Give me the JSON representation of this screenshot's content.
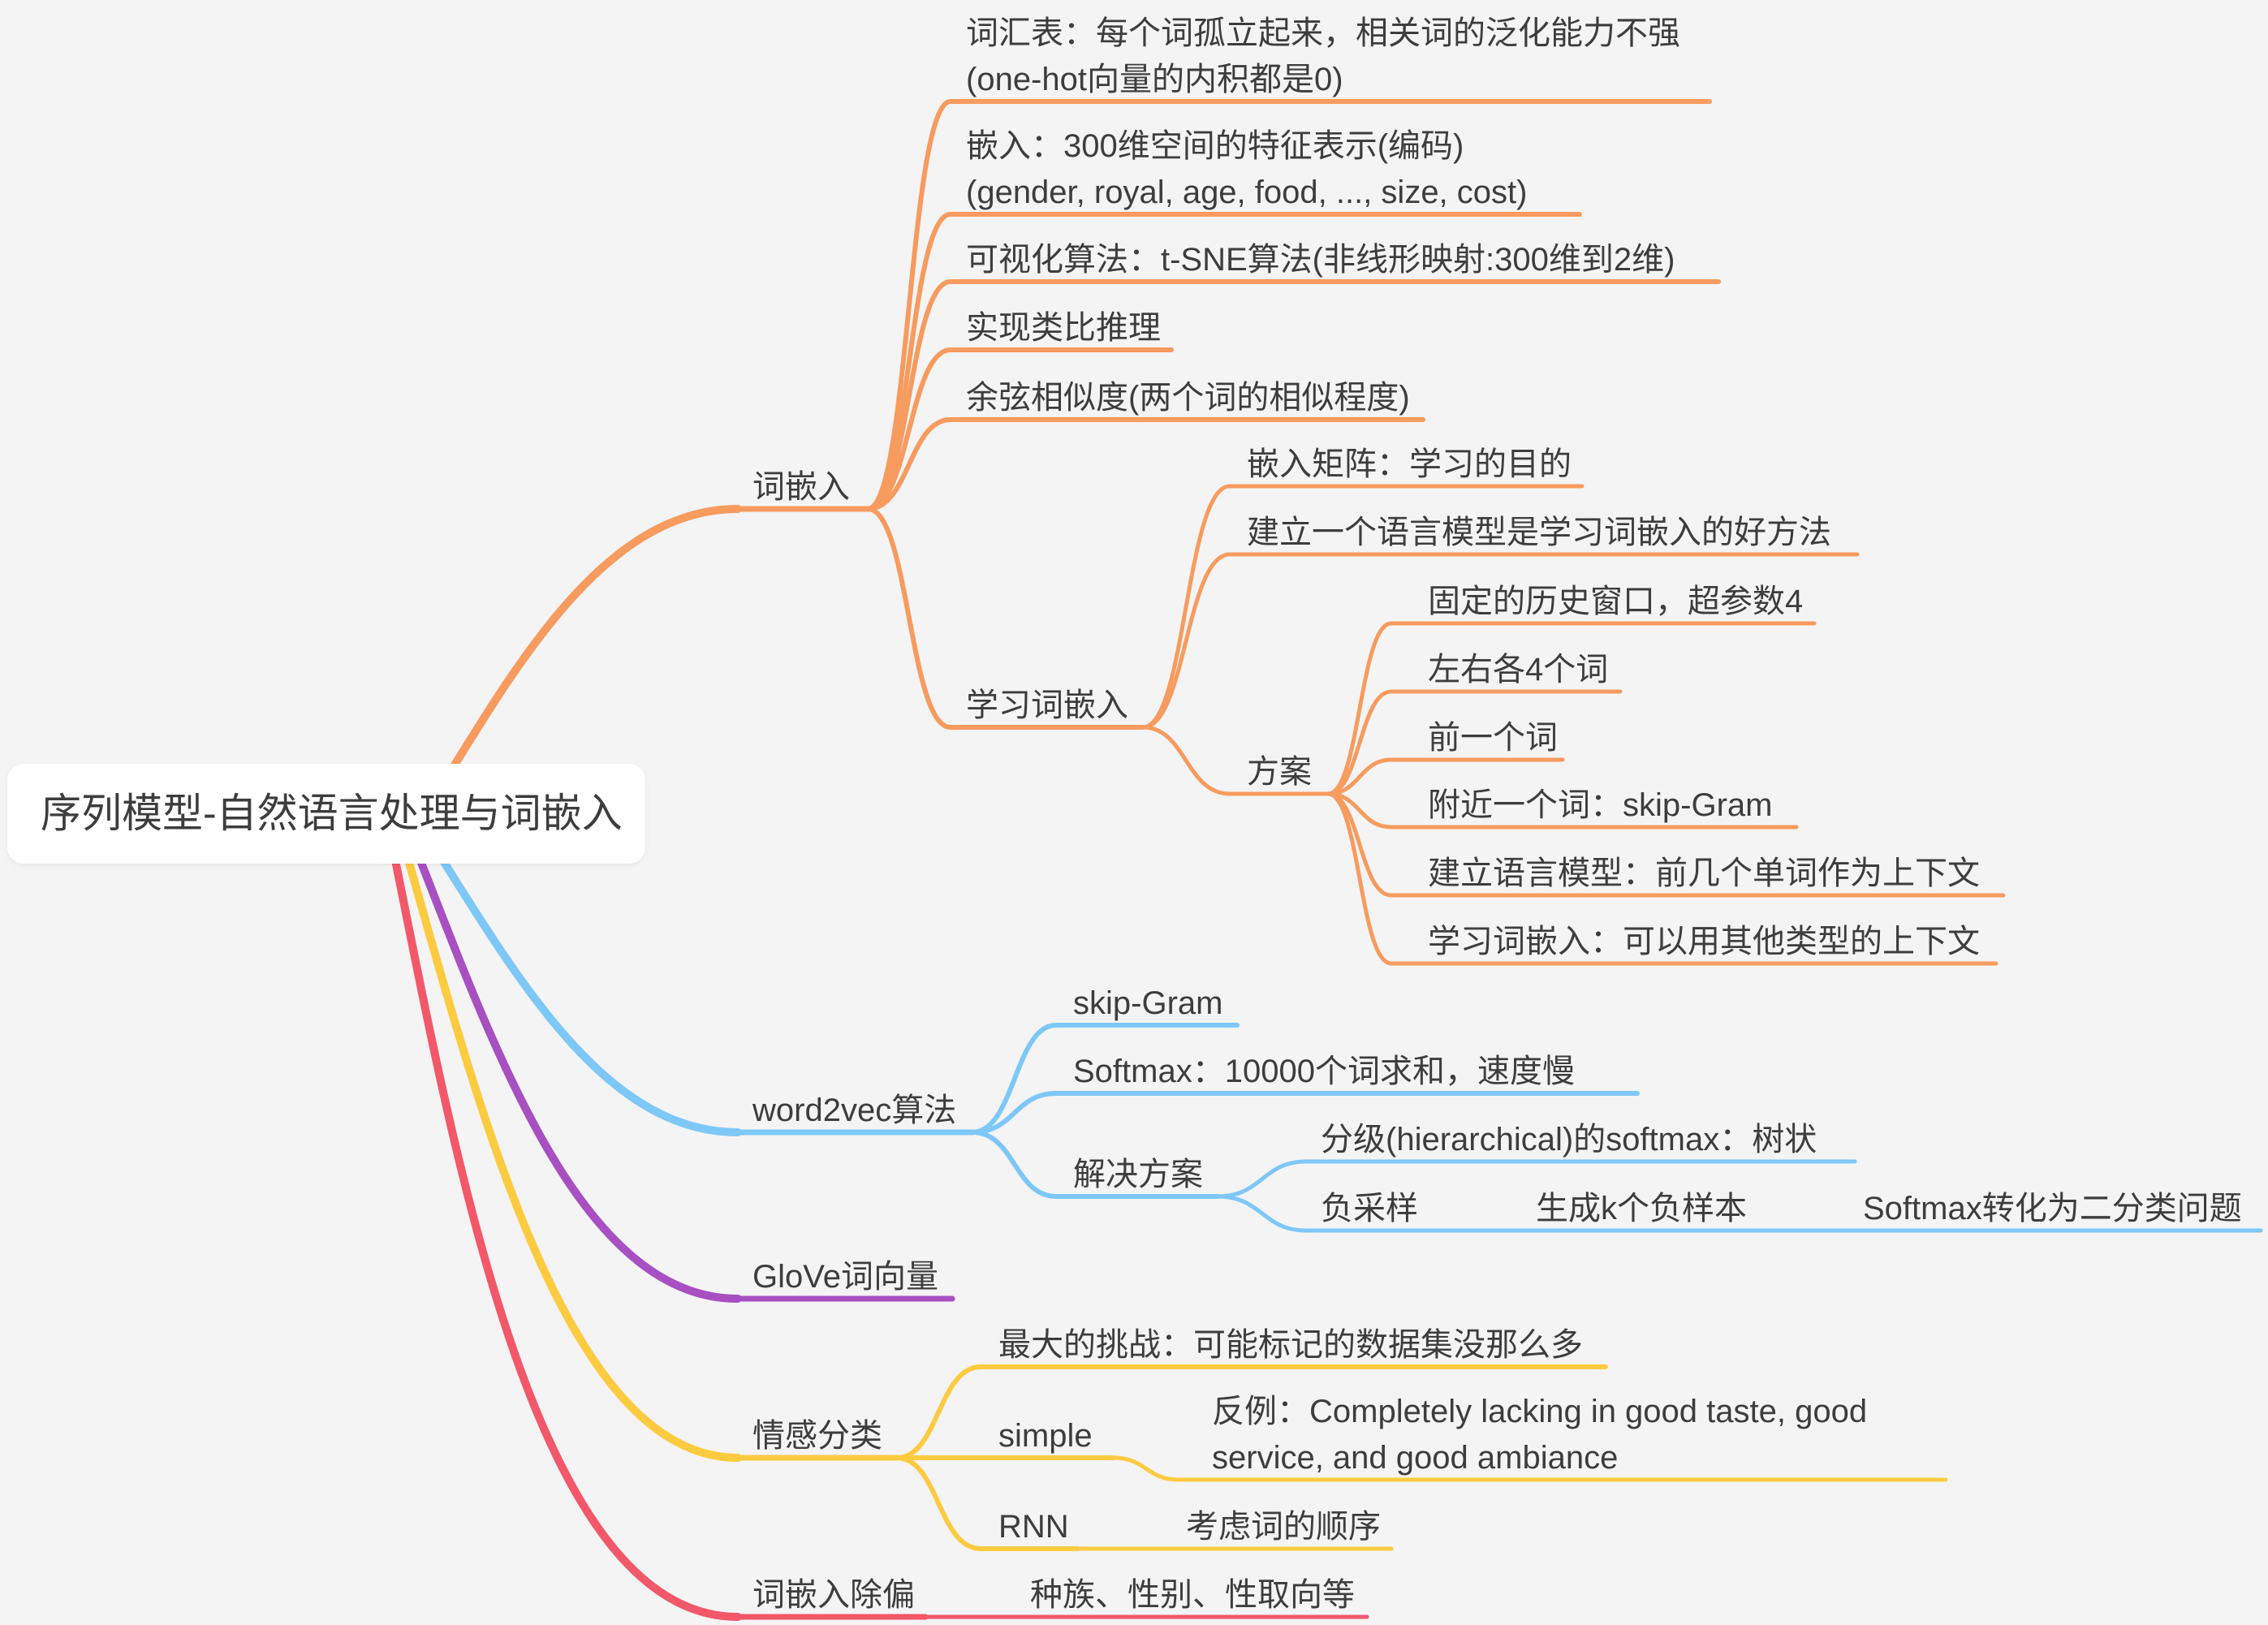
{
  "root_topic": "序列模型-自然语言处理与词嵌入",
  "colors": {
    "background": "#F4F4F5",
    "root_fill": "#FFFFFF",
    "text": "#3D3D3D",
    "orange": "#F79B5E",
    "blue": "#7DC8F7",
    "purple": "#A84FC2",
    "yellow": "#FDCB40",
    "red": "#F25869"
  },
  "topics": {
    "embedding": {
      "label": "词嵌入",
      "children": [
        {
          "lines": [
            "词汇表：每个词孤立起来，相关词的泛化能力不强",
            "(one-hot向量的内积都是0)"
          ]
        },
        {
          "lines": [
            "嵌入：300维空间的特征表示(编码)",
            "(gender, royal, age, food, ..., size, cost)"
          ]
        },
        {
          "label": "可视化算法：t-SNE算法(非线形映射:300维到2维)"
        },
        {
          "label": "实现类比推理"
        },
        {
          "label": "余弦相似度(两个词的相似程度)"
        },
        {
          "label": "学习词嵌入",
          "children": [
            {
              "label": "嵌入矩阵：学习的目的"
            },
            {
              "label": "建立一个语言模型是学习词嵌入的好方法"
            },
            {
              "label": "方案",
              "children": [
                {
                  "label": "固定的历史窗口，超参数4"
                },
                {
                  "label": "左右各4个词"
                },
                {
                  "label": "前一个词"
                },
                {
                  "label": "附近一个词：skip-Gram"
                },
                {
                  "label": "建立语言模型：前几个单词作为上下文"
                },
                {
                  "label": "学习词嵌入：可以用其他类型的上下文"
                }
              ]
            }
          ]
        }
      ]
    },
    "word2vec": {
      "label": "word2vec算法",
      "children": [
        {
          "label": "skip-Gram"
        },
        {
          "label": "Softmax：10000个词求和，速度慢"
        },
        {
          "label": "解决方案",
          "children": [
            {
              "label": "分级(hierarchical)的softmax：树状"
            },
            {
              "label": "负采样",
              "children": [
                {
                  "label": "生成k个负样本",
                  "children": [
                    {
                      "label": "Softmax转化为二分类问题"
                    }
                  ]
                }
              ]
            }
          ]
        }
      ]
    },
    "glove": {
      "label": "GloVe词向量"
    },
    "sentiment": {
      "label": "情感分类",
      "children": [
        {
          "label": "最大的挑战：可能标记的数据集没那么多"
        },
        {
          "label": "simple",
          "children": [
            {
              "lines": [
                "反例：Completely lacking in good taste, good",
                "service, and good ambiance"
              ]
            }
          ]
        },
        {
          "label": "RNN",
          "children": [
            {
              "label": "考虑词的顺序"
            }
          ]
        }
      ]
    },
    "debias": {
      "label": "词嵌入除偏",
      "children": [
        {
          "label": "种族、性别、性取向等"
        }
      ]
    }
  }
}
